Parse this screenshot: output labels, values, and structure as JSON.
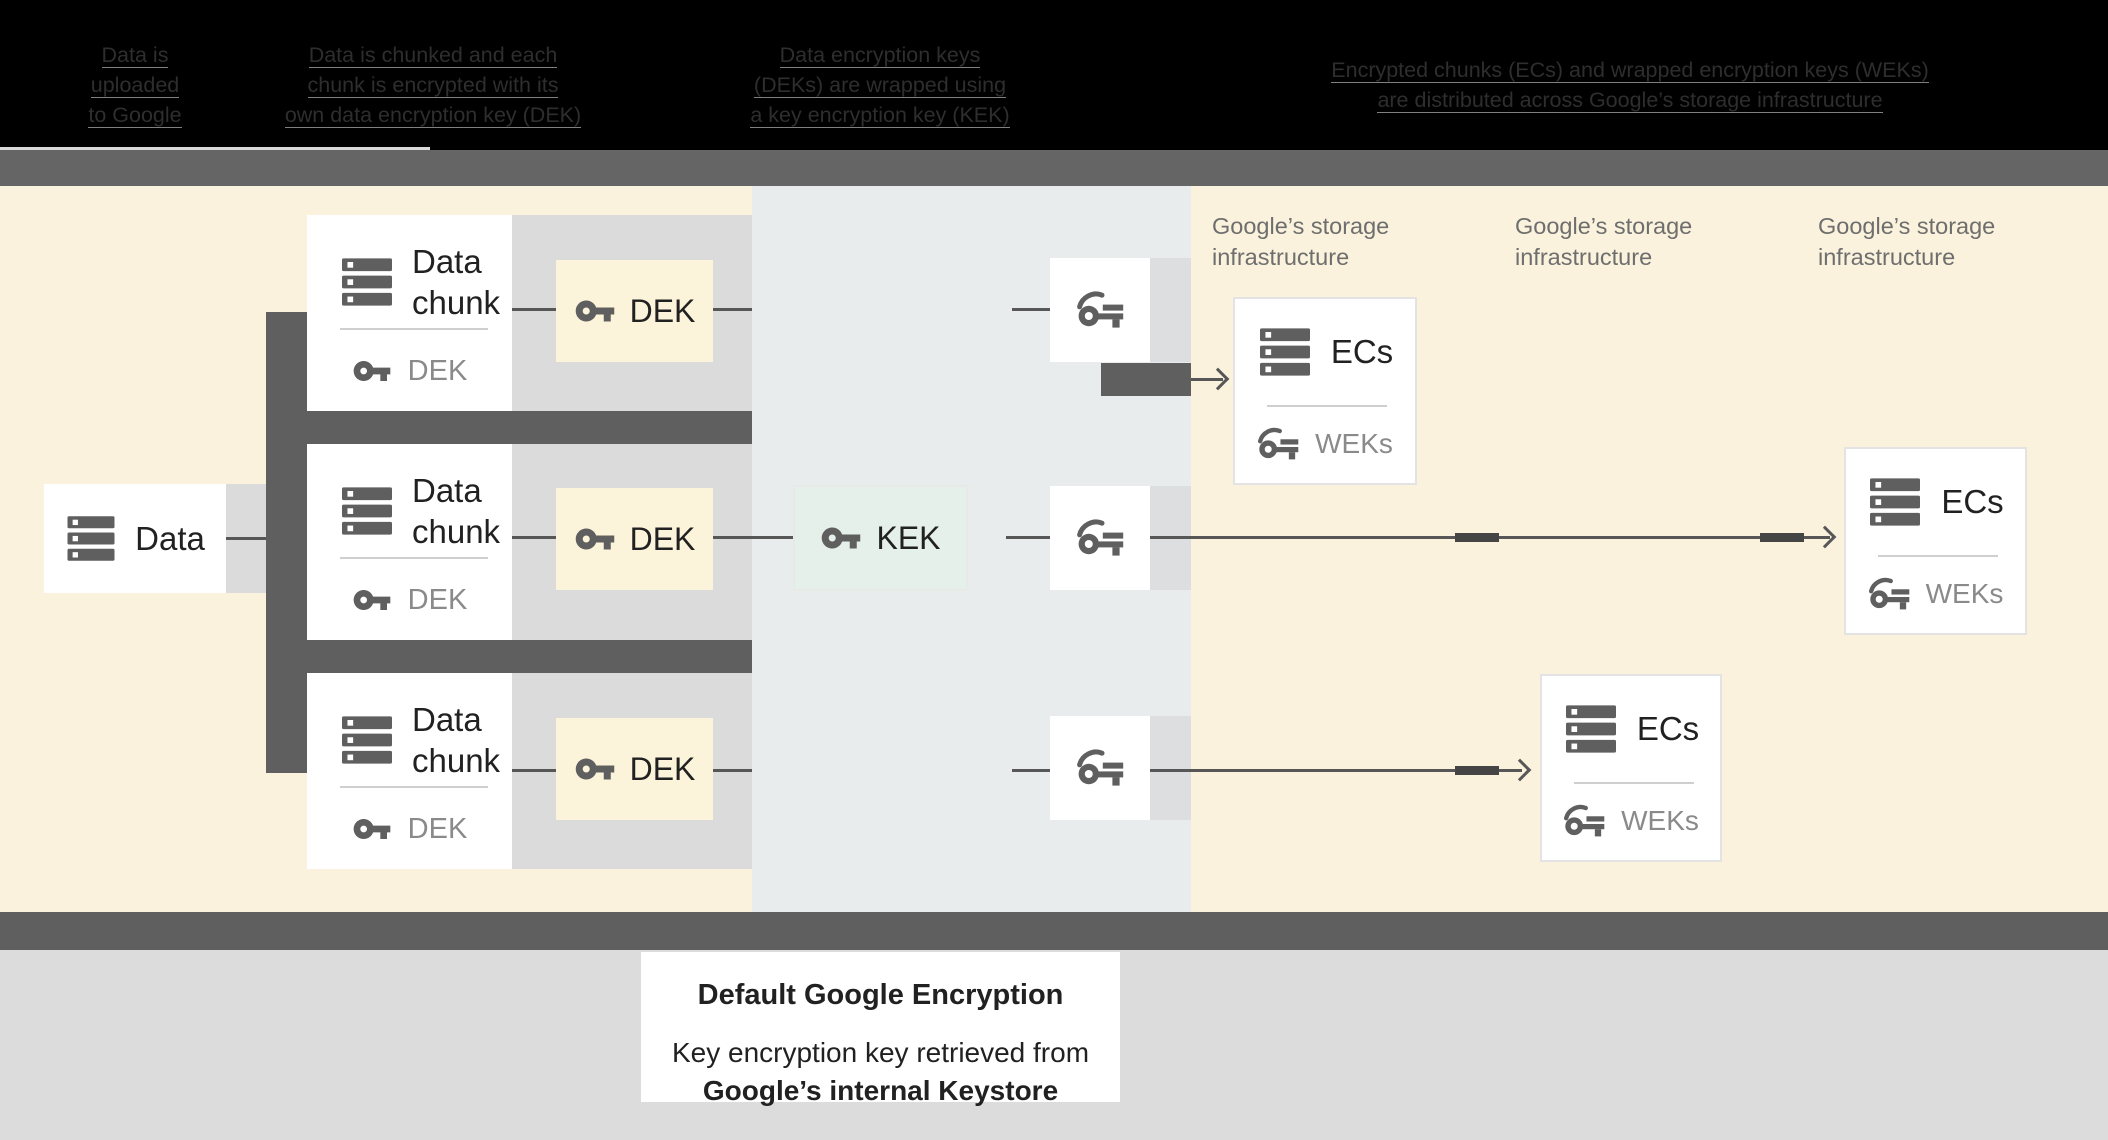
{
  "header_steps": [
    {
      "lines": [
        "Data is",
        "uploaded",
        "to Google"
      ]
    },
    {
      "lines": [
        "Data is chunked and each",
        "chunk is encrypted with its",
        "own data encryption key (DEK)"
      ]
    },
    {
      "lines": [
        "Data encryption keys",
        "(DEKs) are wrapped using",
        "a key encryption key (KEK)"
      ]
    },
    {
      "lines": [
        "Encrypted chunks (ECs) and wrapped encryption keys (WEKs)",
        "are distributed across Google’s storage infrastructure"
      ]
    }
  ],
  "diagram": {
    "data_box": {
      "label": "Data"
    },
    "chunk_box": {
      "label": "Data chunk",
      "key_label": "DEK"
    },
    "dek_box": {
      "label": "DEK"
    },
    "kek_box": {
      "label": "KEK"
    },
    "ecs_box": {
      "label": "ECs",
      "key_label": "WEKs"
    },
    "storage_label": {
      "line1": "Google’s storage",
      "line2": "infrastructure"
    }
  },
  "caption": {
    "title": "Default Google Encryption",
    "line1": "Key encryption key retrieved from",
    "line2": "Google’s internal Keystore"
  },
  "icons": {
    "server": "server-stack-icon",
    "key": "key-icon",
    "wrapped_key": "wrapped-key-icon",
    "arrowhead": "arrow-right-icon"
  },
  "colors": {
    "header_bg": "#000000",
    "header_text": "#2e2e2e",
    "gray_bar": "#656565",
    "cream_panel": "#faf2dc",
    "center_panel": "#e9eced",
    "row_strip": "#dbdbdb",
    "pipe_dark": "#5f5f5f",
    "connector": "#575757",
    "dek_fill": "#fcf4da",
    "kek_fill": "#e4f0e9",
    "bottom_panel": "#dcdcdc",
    "label_dark": "#212121",
    "label_gray": "#8a8a8a",
    "storage_label_gray": "#6e6e6e"
  }
}
